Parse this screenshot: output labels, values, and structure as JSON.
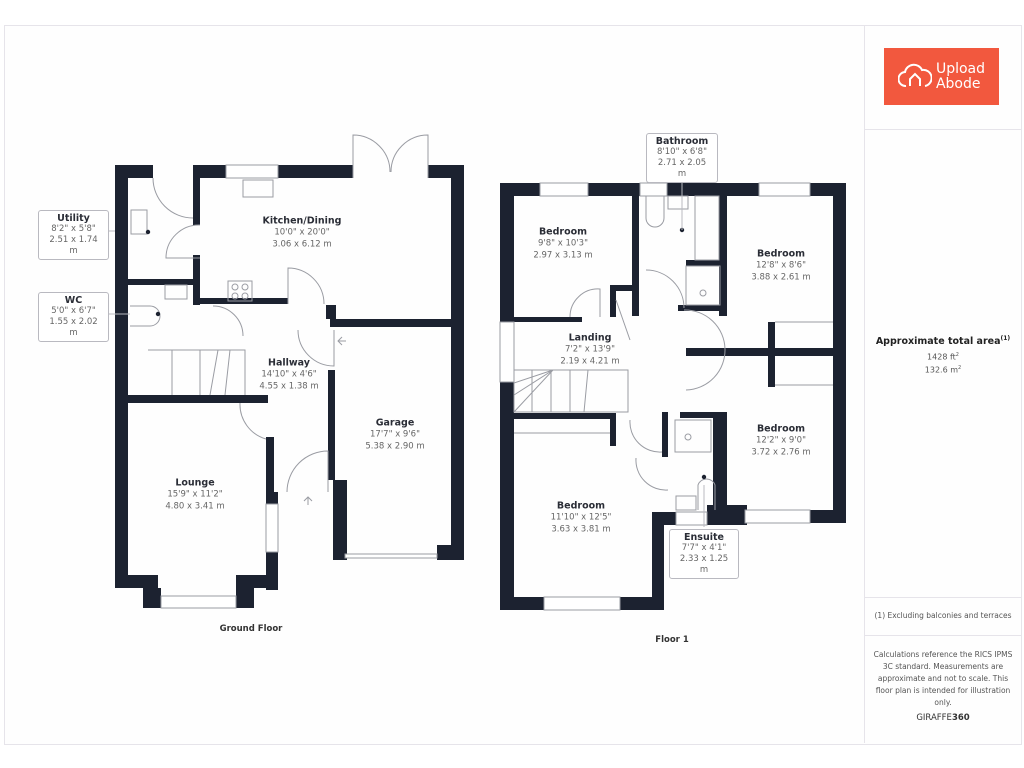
{
  "brand": {
    "logo_line1": "Upload",
    "logo_line2": "Abode",
    "logo_color": "#f2583e",
    "logo_icon": "cloud-house-icon"
  },
  "summary": {
    "title": "Approximate total area",
    "footnote_marker": "(1)",
    "area_imperial": "1428 ft",
    "area_metric": "132.6 m",
    "footnote": "(1) Excluding balconies and terraces",
    "disclaimer": "Calculations reference the RICS IPMS 3C standard. Measurements are approximate and not to scale. This floor plan is intended for illustration only.",
    "credit_light": "GIRAFFE",
    "credit_bold": "360"
  },
  "colors": {
    "wall": "#1c2230",
    "frame": "#e6e4ea"
  },
  "floors": [
    {
      "label": "Ground Floor",
      "rooms": [
        {
          "name": "Kitchen/Dining",
          "imperial": "10'0\" x 20'0\"",
          "metric": "3.06 x 6.12 m"
        },
        {
          "name": "Utility",
          "imperial": "8'2\" x 5'8\"",
          "metric": "2.51 x 1.74 m"
        },
        {
          "name": "WC",
          "imperial": "5'0\" x 6'7\"",
          "metric": "1.55 x 2.02 m"
        },
        {
          "name": "Hallway",
          "imperial": "14'10\" x 4'6\"",
          "metric": "4.55 x 1.38 m"
        },
        {
          "name": "Garage",
          "imperial": "17'7\" x 9'6\"",
          "metric": "5.38 x 2.90 m"
        },
        {
          "name": "Lounge",
          "imperial": "15'9\" x 11'2\"",
          "metric": "4.80 x 3.41 m"
        }
      ]
    },
    {
      "label": "Floor 1",
      "rooms": [
        {
          "name": "Bathroom",
          "imperial": "8'10\" x 6'8\"",
          "metric": "2.71 x 2.05 m"
        },
        {
          "name": "Bedroom",
          "imperial": "9'8\" x 10'3\"",
          "metric": "2.97 x 3.13 m"
        },
        {
          "name": "Bedroom",
          "imperial": "12'8\" x 8'6\"",
          "metric": "3.88 x 2.61 m"
        },
        {
          "name": "Landing",
          "imperial": "7'2\" x 13'9\"",
          "metric": "2.19 x 4.21 m"
        },
        {
          "name": "Bedroom",
          "imperial": "12'2\" x 9'0\"",
          "metric": "3.72 x 2.76 m"
        },
        {
          "name": "Bedroom",
          "imperial": "11'10\" x 12'5\"",
          "metric": "3.63 x 3.81 m"
        },
        {
          "name": "Ensuite",
          "imperial": "7'7\" x 4'1\"",
          "metric": "2.33 x 1.25 m"
        }
      ]
    }
  ]
}
